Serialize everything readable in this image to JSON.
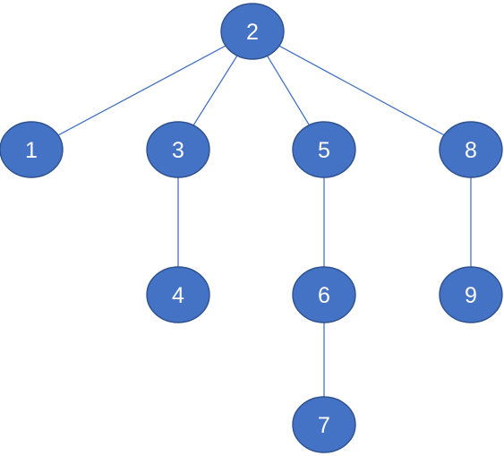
{
  "diagram": {
    "type": "tree",
    "colors": {
      "node_fill": "#4472C4",
      "node_stroke": "#2F528F",
      "edge": "#4472C4",
      "label": "#FFFFFF"
    },
    "nodes": [
      {
        "id": "n2",
        "label": "2"
      },
      {
        "id": "n1",
        "label": "1"
      },
      {
        "id": "n3",
        "label": "3"
      },
      {
        "id": "n5",
        "label": "5"
      },
      {
        "id": "n8",
        "label": "8"
      },
      {
        "id": "n4",
        "label": "4"
      },
      {
        "id": "n6",
        "label": "6"
      },
      {
        "id": "n9",
        "label": "9"
      },
      {
        "id": "n7",
        "label": "7"
      }
    ],
    "edges": [
      {
        "from": "n2",
        "to": "n1"
      },
      {
        "from": "n2",
        "to": "n3"
      },
      {
        "from": "n2",
        "to": "n5"
      },
      {
        "from": "n2",
        "to": "n8"
      },
      {
        "from": "n3",
        "to": "n4"
      },
      {
        "from": "n5",
        "to": "n6"
      },
      {
        "from": "n6",
        "to": "n7"
      },
      {
        "from": "n8",
        "to": "n9"
      }
    ]
  }
}
